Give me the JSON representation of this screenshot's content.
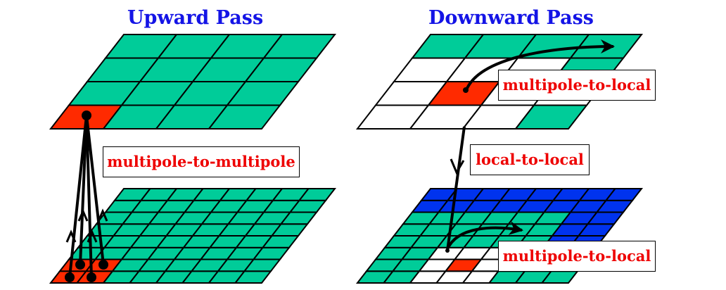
{
  "titles": {
    "upward": "Upward Pass",
    "downward": "Downward Pass"
  },
  "labels": {
    "upward_m2m": "multipole-to-multipole",
    "downward_m2l_top": "multipole-to-local",
    "downward_l2l": "local-to-local",
    "downward_m2l_bottom": "multipole-to-local"
  },
  "colors": {
    "title": "#1414e6",
    "label_text": "#ee0000",
    "teal": "#00cc99",
    "red": "#ff2a00",
    "blue": "#0033ee",
    "white": "#ffffff",
    "line": "#000000"
  }
}
